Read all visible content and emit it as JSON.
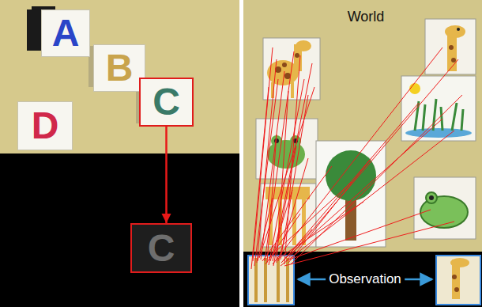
{
  "diagram": {
    "nodes": [
      {
        "text": [
          "A"
        ]
      },
      {
        "text": [
          "B"
        ]
      },
      {
        "text": [
          "C"
        ]
      },
      {
        "text": [
          "D"
        ]
      },
      {
        "text": [
          "C"
        ]
      }
    ],
    "edges": [
      {
        "from": 2,
        "to": 4,
        "arrow": "to"
      }
    ],
    "labels": [
      "World",
      "Observation"
    ]
  }
}
